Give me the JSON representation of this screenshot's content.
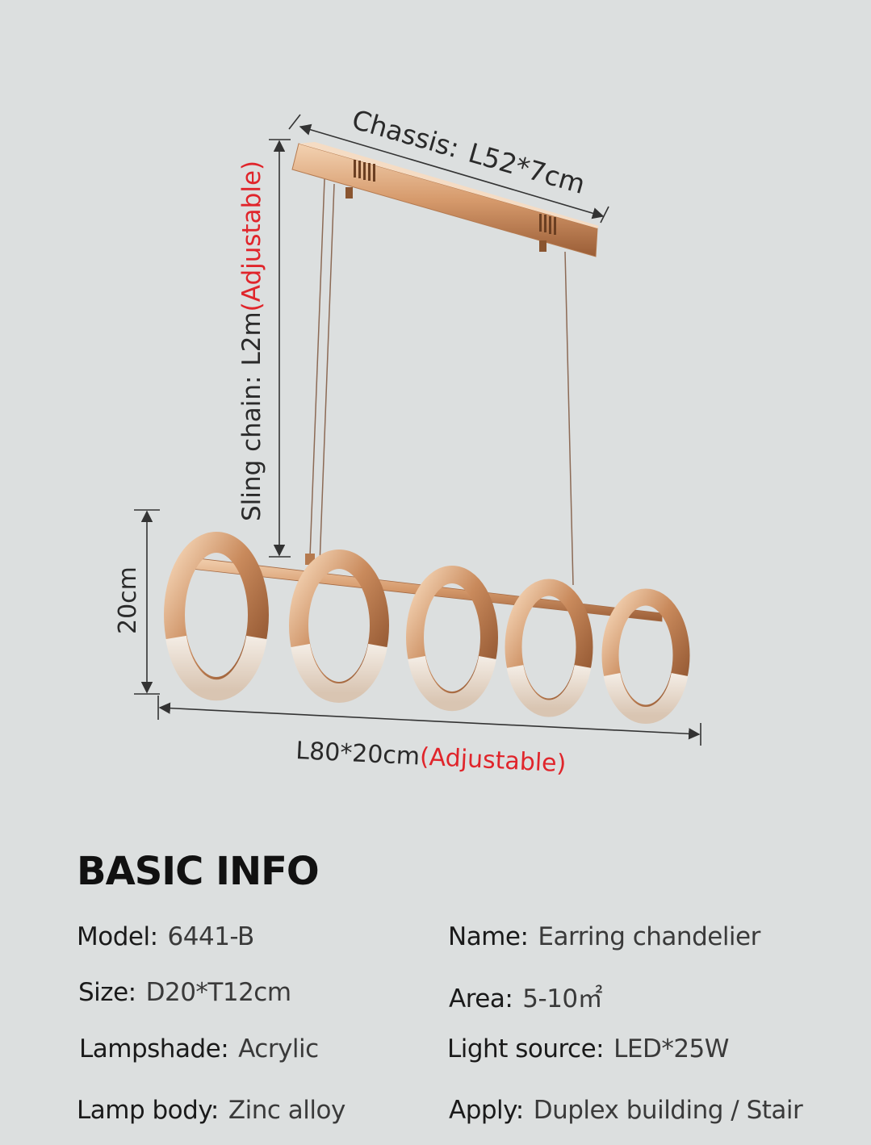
{
  "diagram": {
    "chassis_label": "Chassis:",
    "chassis_value": "L52*7cm",
    "chain_label": "Sling chain:",
    "chain_value": "L2m",
    "chain_note": "(Adjustable)",
    "height_value": "20cm",
    "length_value": "L80*20cm",
    "length_note": "(Adjustable)",
    "note_color": "#e0252b"
  },
  "info": {
    "title": "BASIC INFO",
    "rows": [
      {
        "key": "Model:",
        "value": "6441-B"
      },
      {
        "key": "Name:",
        "value": "Earring chandelier"
      },
      {
        "key": "Size:",
        "value": "D20*T12cm"
      },
      {
        "key": "Area:",
        "value": "5-10㎡"
      },
      {
        "key": "Lampshade:",
        "value": "Acrylic"
      },
      {
        "key": "Light source:",
        "value": "LED*25W"
      },
      {
        "key": "Lamp body:",
        "value": "Zinc alloy"
      },
      {
        "key": "Apply:",
        "value": "Duplex building / Stair"
      }
    ]
  }
}
